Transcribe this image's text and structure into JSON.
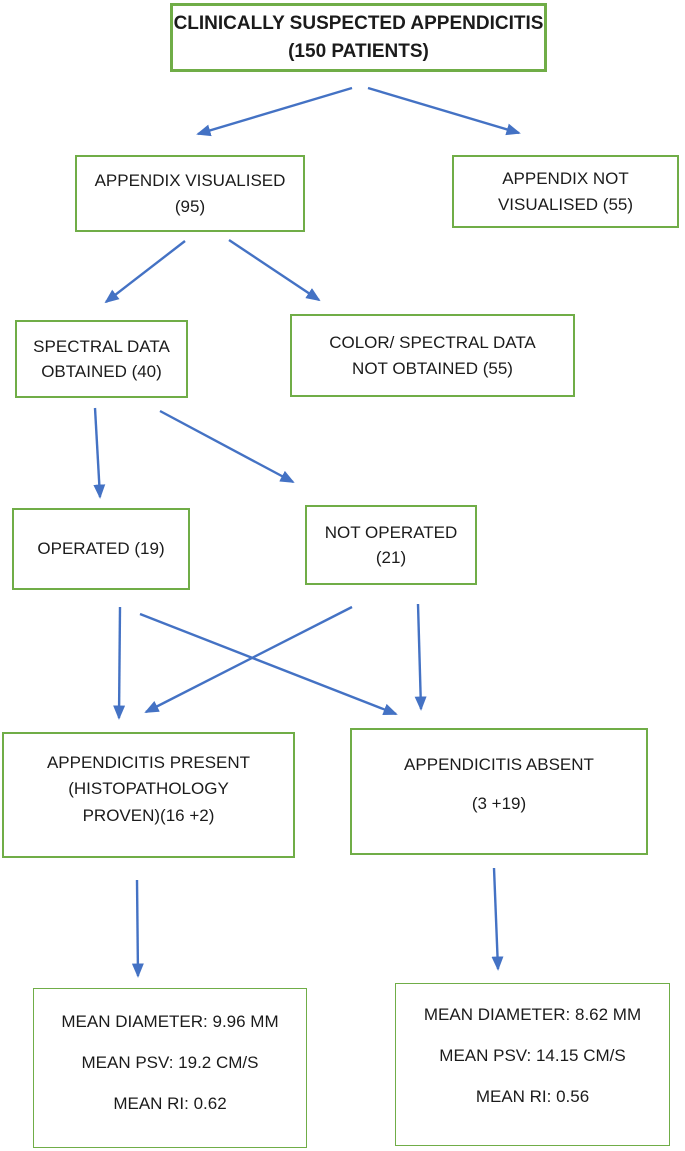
{
  "colors": {
    "box_border_green": "#70AD47",
    "arrow_blue": "#4472C4",
    "text": "#1b1b1b",
    "background": "#ffffff"
  },
  "nodes": {
    "root": {
      "lines": [
        "CLINICALLY SUSPECTED APPENDICITIS",
        "(150 PATIENTS)"
      ]
    },
    "visualised": {
      "lines": [
        "APPENDIX VISUALISED",
        "(95)"
      ]
    },
    "notVisualised": {
      "lines": [
        "APPENDIX NOT",
        "VISUALISED (55)"
      ]
    },
    "spectralObtained": {
      "lines": [
        "SPECTRAL DATA",
        "OBTAINED (40)"
      ]
    },
    "colorSpectralNotObtained": {
      "lines": [
        "COLOR/ SPECTRAL DATA",
        "NOT OBTAINED (55)"
      ]
    },
    "operated": {
      "lines": [
        "OPERATED (19)"
      ]
    },
    "notOperated": {
      "lines": [
        "NOT OPERATED",
        "(21)"
      ]
    },
    "present": {
      "lines": [
        "APPENDICITIS PRESENT",
        "(HISTOPATHOLOGY",
        "PROVEN)(16 +2)"
      ]
    },
    "absent": {
      "lines": [
        "APPENDICITIS ABSENT",
        "(3 +19)"
      ]
    },
    "presentStats": {
      "lines": [
        "MEAN DIAMETER: 9.96 MM",
        "MEAN PSV: 19.2 CM/S",
        "MEAN RI: 0.62"
      ]
    },
    "absentStats": {
      "lines": [
        "MEAN DIAMETER: 8.62 MM",
        "MEAN PSV: 14.15 CM/S",
        "MEAN RI: 0.56"
      ]
    }
  },
  "edges": [
    {
      "from": "root",
      "to": "visualised"
    },
    {
      "from": "root",
      "to": "notVisualised"
    },
    {
      "from": "visualised",
      "to": "spectralObtained"
    },
    {
      "from": "visualised",
      "to": "colorSpectralNotObtained"
    },
    {
      "from": "spectralObtained",
      "to": "operated"
    },
    {
      "from": "spectralObtained",
      "to": "notOperated"
    },
    {
      "from": "operated",
      "to": "present"
    },
    {
      "from": "operated",
      "to": "absent"
    },
    {
      "from": "notOperated",
      "to": "present"
    },
    {
      "from": "notOperated",
      "to": "absent"
    },
    {
      "from": "present",
      "to": "presentStats"
    },
    {
      "from": "absent",
      "to": "absentStats"
    }
  ]
}
